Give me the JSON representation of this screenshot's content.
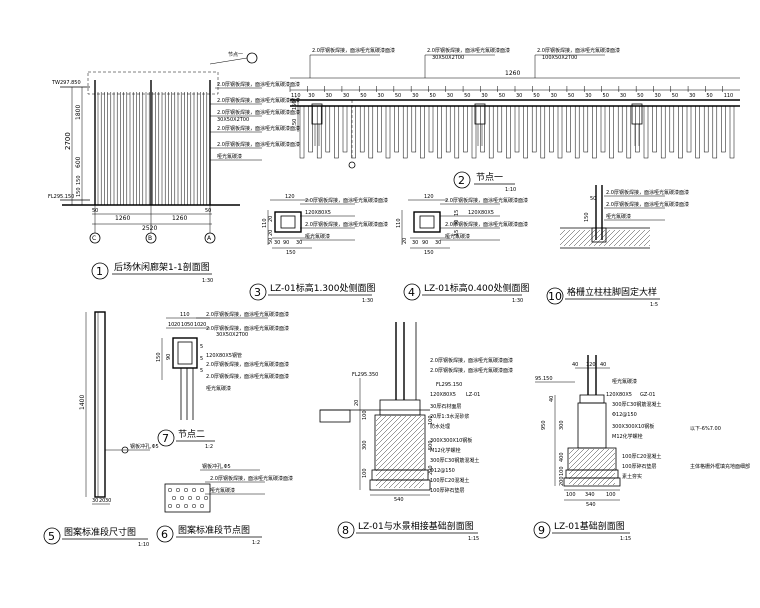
{
  "drawings": {
    "d1": {
      "number": "1",
      "title": "后场休闲廊架1-1剖面图",
      "scale": "1:30",
      "left_level": "TW297.850",
      "bottom_level": "FL295.150",
      "height_dim": "2700",
      "vertical_dims": [
        "1800",
        "600",
        "150",
        "150"
      ],
      "bottom_dims": [
        "1260",
        "1260"
      ],
      "total_dim": "2520",
      "edge_dims": [
        "50",
        "50"
      ],
      "axes": [
        "C",
        "B",
        "A"
      ],
      "node_label": "节点一"
    },
    "d2": {
      "number": "2",
      "title": "节点一",
      "scale": "1:10",
      "top_dim": "1260",
      "spacing": [
        "110",
        "30",
        "30",
        "30",
        "50",
        "30",
        "50",
        "30",
        "50",
        "30",
        "50",
        "30",
        "50",
        "30",
        "50",
        "30",
        "50",
        "30",
        "50",
        "30",
        "50",
        "30",
        "50",
        "30",
        "50",
        "110"
      ],
      "side_dims": [
        "50",
        "150"
      ]
    },
    "d3": {
      "number": "3",
      "title": "LZ-01标高1.300处侧面图",
      "scale": "1:30",
      "dims": [
        "120",
        "30",
        "90",
        "30",
        "150",
        "110",
        "20",
        "20",
        "50"
      ]
    },
    "d4": {
      "number": "4",
      "title": "LZ-01标高0.400处侧面图",
      "scale": "1:30",
      "dims": [
        "120",
        "30",
        "90",
        "30",
        "150",
        "110",
        "15",
        "30",
        "15",
        "20"
      ]
    },
    "d10": {
      "number": "10",
      "title": "格栅立柱柱脚固定大样",
      "scale": "1:5",
      "dims": [
        "50",
        "150"
      ]
    },
    "d5": {
      "number": "5",
      "title": "图案标准段尺寸图",
      "scale": "1:10",
      "height": "1400",
      "bottom_dims": [
        "30",
        "20",
        "30"
      ]
    },
    "d6": {
      "number": "6",
      "title": "图案标准段节点图",
      "scale": "1:2"
    },
    "d7": {
      "number": "7",
      "title": "节点二",
      "scale": "1:2",
      "top_dims": [
        "110",
        "10",
        "20",
        "10",
        "50",
        "10",
        "20"
      ],
      "side_dims": [
        "150",
        "90"
      ],
      "small_dims": [
        "5",
        "5",
        "5"
      ]
    },
    "d8": {
      "number": "8",
      "title": "LZ-01与水景相接基础剖面图",
      "scale": "1:15",
      "levels": [
        "FL295.350",
        "FL295.150"
      ],
      "dims": [
        "20",
        "100",
        "300",
        "100",
        "540",
        "100",
        "500",
        "200"
      ],
      "code": "LZ-01"
    },
    "d9": {
      "number": "9",
      "title": "LZ-01基础剖面图",
      "scale": "1:15",
      "level": "95.150",
      "top_dims": [
        "40",
        "120",
        "40"
      ],
      "side_dims": [
        "40",
        "950",
        "300",
        "400",
        "100",
        "200"
      ],
      "bottom_dims": [
        "100",
        "340",
        "100"
      ],
      "total": "540",
      "code": "GZ-01"
    },
    "misc": {
      "right_small_note": "以下-6%7.00",
      "right_small_note2": "主体格栅外框填充地面细部"
    }
  },
  "notes": {
    "generic": "2.0厚钢板焊接，面涂哑光氟碳漆面漆",
    "generic2": "哑光氟碳漆",
    "tube1": "30X50X2T00",
    "tube2": "100X50X2T00",
    "tube3": "120X80X5",
    "tube4": "120X80X5钢管",
    "concrete": "100厚C20混凝土",
    "gravel": "100厚碎石垫层",
    "soil": "素土夯实",
    "waterproof": "防水处理",
    "bolt": "M12化学螺栓",
    "steel_plate": "300X300X10钢板",
    "rebar": "Φ12@150",
    "c30": "300厚C30钢筋混凝土",
    "stone": "30厚石材面层",
    "mortar": "20厚1:3水泥砂浆",
    "holes": "钢板冲孔,Φ5"
  }
}
